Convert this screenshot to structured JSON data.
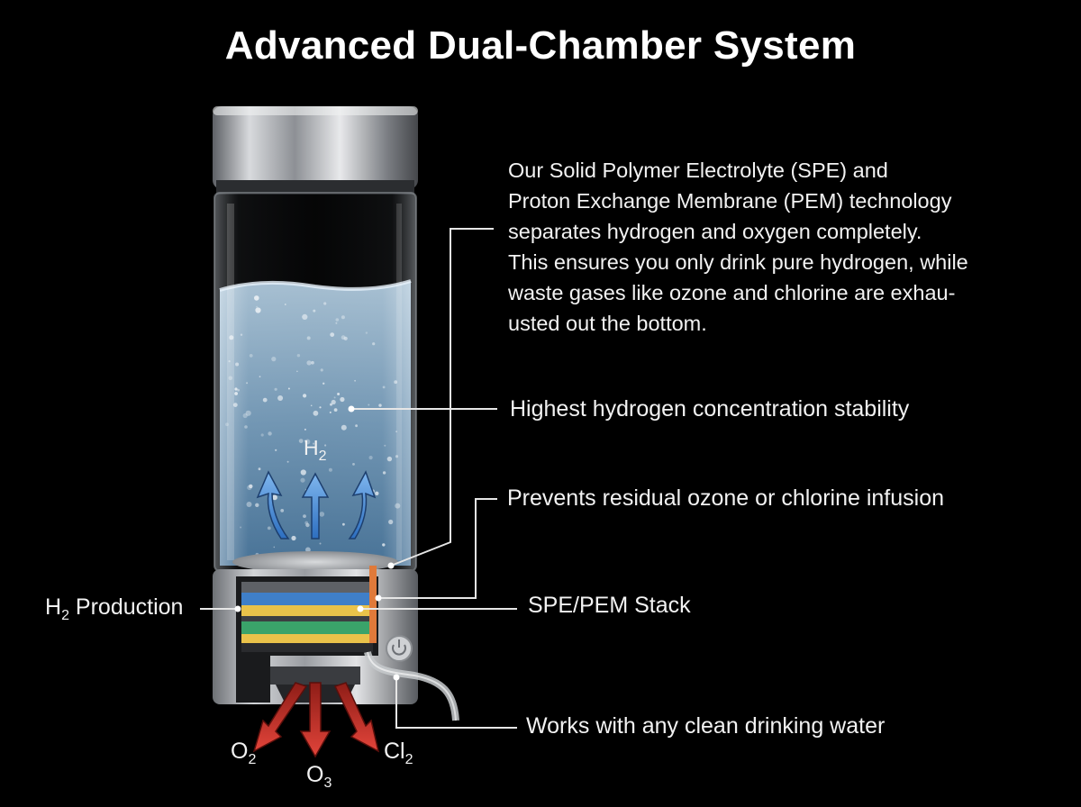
{
  "title": "Advanced Dual-Chamber System",
  "description_lines": [
    "Our Solid Polymer Electrolyte (SPE) and",
    "Proton Exchange Membrane (PEM) technology",
    "separates hydrogen and oxygen completely.",
    "This ensures you only drink pure hydrogen, while",
    "waste gases like ozone and chlorine are exhau-",
    "usted out the bottom."
  ],
  "callouts": {
    "stability": "Highest hydrogen concentration stability",
    "prevents": "Prevents residual ozone or chlorine infusion",
    "stack": "SPE/PEM Stack",
    "water": "Works with any clean drinking water",
    "h2_production": {
      "symbol": "H",
      "subscript": "2",
      "text": "Production"
    }
  },
  "gases": {
    "h2": {
      "symbol": "H",
      "subscript": "2"
    },
    "o2": {
      "symbol": "O",
      "subscript": "2"
    },
    "o3": {
      "symbol": "O",
      "subscript": "3"
    },
    "cl2": {
      "symbol": "Cl",
      "subscript": "2"
    }
  },
  "colors": {
    "background": "#000000",
    "water": "#9ec3dc",
    "up_arrows": "#4a8fd8",
    "down_arrows": "#d6342a",
    "metal": "#b9bcc0",
    "stack_blue": "#3f7fc8",
    "stack_yellow": "#e9c24a",
    "stack_green": "#3aa36a",
    "stack_orange": "#e07a3a"
  },
  "icons": [
    "power-icon"
  ]
}
